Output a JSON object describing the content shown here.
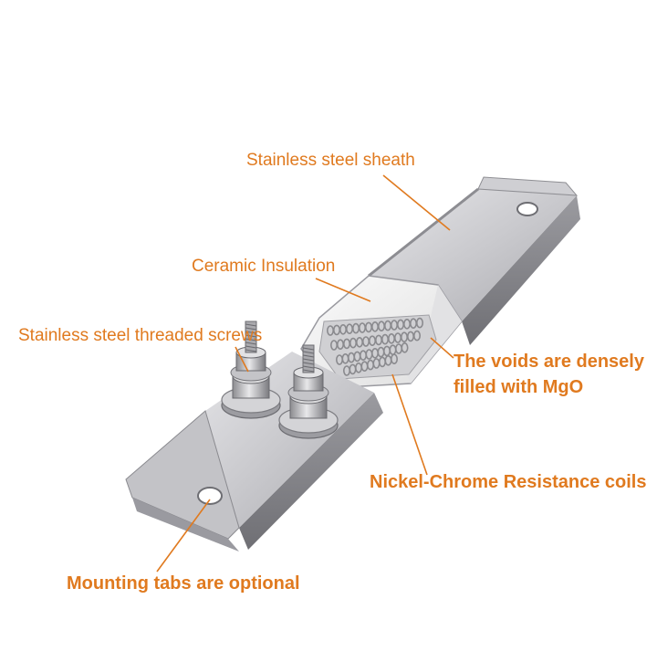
{
  "diagram": {
    "labels": {
      "sheath": "Stainless steel sheath",
      "insulation": "Ceramic Insulation",
      "screws": "Stainless steel threaded screws",
      "voids_line1": "The voids are densely",
      "voids_line2": "filled with MgO",
      "coils": "Nickel-Chrome Resistance coils",
      "tabs": "Mounting tabs are optional"
    },
    "colors": {
      "label_text": "#e07a1f",
      "leader_line": "#e07a1f",
      "steel_light": "#d9d9dc",
      "steel_mid": "#b4b4b8",
      "steel_dark": "#7d7d82",
      "ceramic": "#f4f4f4",
      "coil": "#8a8a8e"
    },
    "icons": [
      "hex-nut-icon",
      "threaded-screw-icon",
      "mounting-slot-icon"
    ]
  }
}
